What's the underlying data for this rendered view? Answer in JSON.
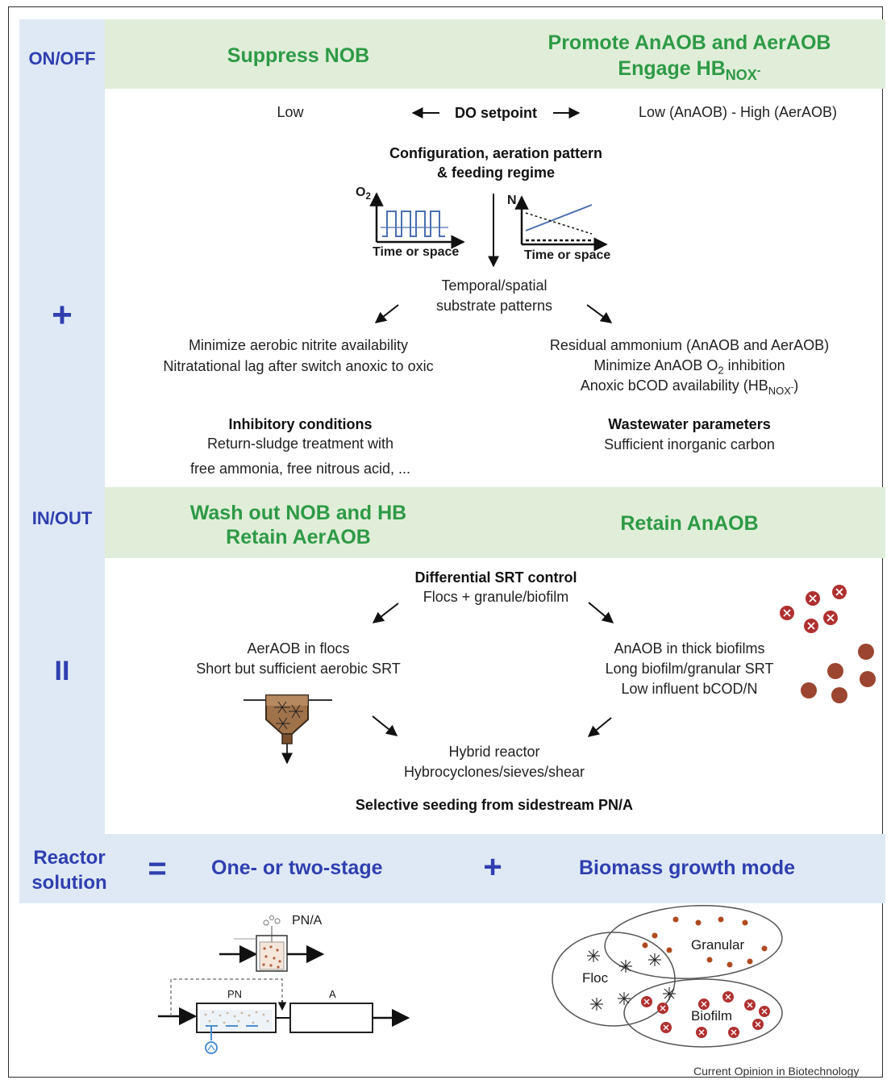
{
  "sidebar": {
    "on_off": "ON/OFF",
    "plus": "+",
    "in_out": "IN/OUT",
    "equals": "II"
  },
  "onoff_band": {
    "left": "Suppress NOB",
    "right_line1": "Promote AnAOB and AerAOB",
    "right_line2_prefix": "Engage HB",
    "right_line2_sub": "NOX",
    "right_line2_sup": "-"
  },
  "do_row": {
    "low": "Low",
    "setpoint": "DO setpoint",
    "range": "Low (AnAOB) - High (AerAOB)"
  },
  "config": {
    "line1": "Configuration, aeration pattern",
    "line2": "& feeding regime",
    "graph1_y": "O",
    "graph1_y_sub": "2",
    "graph1_x": "Time or space",
    "graph2_y": "N",
    "graph2_x": "Time or space",
    "temporal1": "Temporal/spatial",
    "temporal2": "substrate patterns"
  },
  "left_effects": {
    "line1": "Minimize aerobic nitrite availability",
    "line2": "Nitratational lag after switch anoxic to oxic"
  },
  "right_effects": {
    "line1": "Residual ammonium (AnAOB and AerAOB)",
    "line2_a": "Minimize AnAOB O",
    "line2_sub": "2",
    "line2_b": " inhibition",
    "line3_a": "Anoxic bCOD availability (HB",
    "line3_sub": "NOX",
    "line3_sup": "-",
    "line3_b": ")"
  },
  "inhibitory": {
    "title": "Inhibitory conditions",
    "line1": "Return-sludge treatment with",
    "line2": "free ammonia, free nitrous acid, ..."
  },
  "wastewater": {
    "title": "Wastewater parameters",
    "line1": "Sufficient inorganic carbon"
  },
  "inout_band": {
    "left_line1": "Wash out NOB and HB",
    "left_line2": "Retain AerAOB",
    "right": "Retain AnAOB"
  },
  "srt": {
    "title": "Differential SRT control",
    "sub": "Flocs + granule/biofilm",
    "left_line1": "AerAOB in flocs",
    "left_line2": "Short but sufficient aerobic SRT",
    "right_line1": "AnAOB in thick biofilms",
    "right_line2": "Long biofilm/granular SRT",
    "right_line3": "Low influent bCOD/N",
    "hybrid1": "Hybrid reactor",
    "hybrid2": "Hybrocyclones/sieves/shear",
    "seeding": "Selective seeding from sidestream PN/A"
  },
  "reactor_band": {
    "label_line1": "Reactor",
    "label_line2": "solution",
    "equals": "=",
    "stage": "One- or two-stage",
    "plus": "+",
    "growth": "Biomass growth mode"
  },
  "reactors": {
    "pna": "PN/A",
    "pn": "PN",
    "a": "A"
  },
  "venn": {
    "floc": "Floc",
    "granular": "Granular",
    "biofilm": "Biofilm"
  },
  "credit": "Current Opinion in Biotechnology",
  "colors": {
    "sidebar_blue": "#dfe9f6",
    "band_green": "#e0eed9",
    "title_green": "#2e9a45",
    "label_blue": "#2f3fb0",
    "granule_brown": "#9c4530"
  }
}
